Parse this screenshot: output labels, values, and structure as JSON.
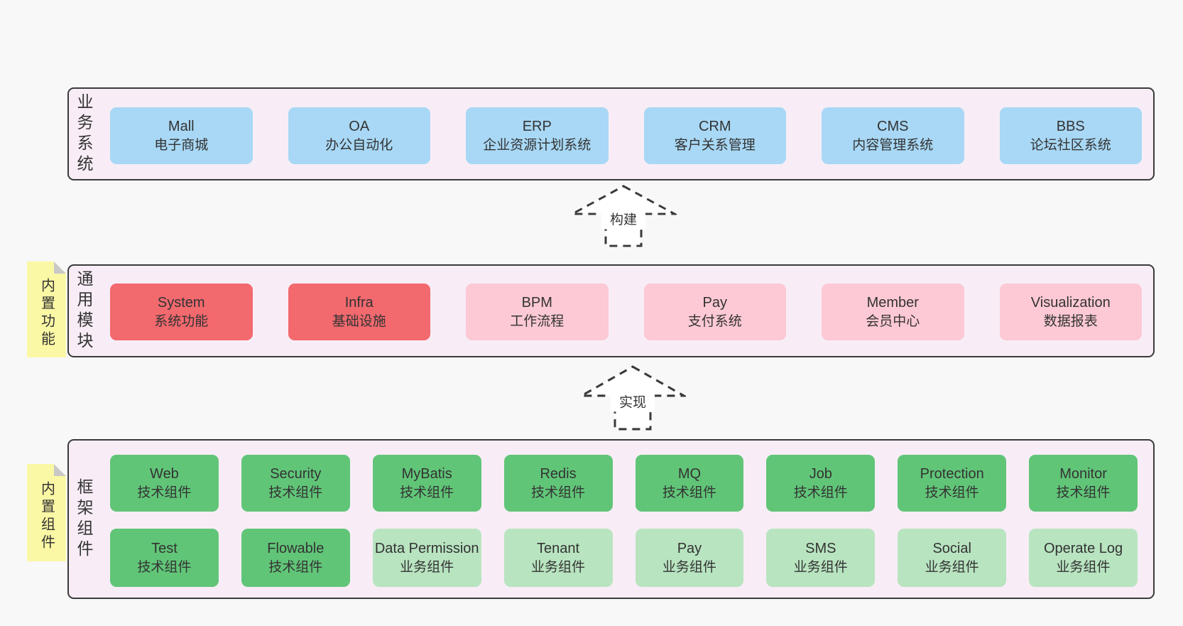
{
  "palette": {
    "page_background": "#f8f8f8",
    "container_fill": "#f8edf6",
    "container_border": "#3a3a3a",
    "system_box_blue": "#a8d8f5",
    "module_box_red": "#f2696e",
    "module_box_pink": "#fcc9d4",
    "component_box_green": "#61c578",
    "component_box_green_light": "#b8e4c0",
    "sticky_note_yellow": "#fbf8a5",
    "sticky_note_fold_gray": "#c8c8c8",
    "text_color": "#333333"
  },
  "arrows": {
    "build": "构建",
    "implement": "实现"
  },
  "layers": {
    "business": {
      "label": "业务系统",
      "items": [
        {
          "name": "Mall",
          "desc": "电子商城"
        },
        {
          "name": "OA",
          "desc": "办公自动化"
        },
        {
          "name": "ERP",
          "desc": "企业资源计划系统"
        },
        {
          "name": "CRM",
          "desc": "客户关系管理"
        },
        {
          "name": "CMS",
          "desc": "内容管理系统"
        },
        {
          "name": "BBS",
          "desc": "论坛社区系统"
        }
      ]
    },
    "modules": {
      "label": "通用模块",
      "note": "内置功能",
      "items": [
        {
          "name": "System",
          "desc": "系统功能"
        },
        {
          "name": "Infra",
          "desc": "基础设施"
        },
        {
          "name": "BPM",
          "desc": "工作流程"
        },
        {
          "name": "Pay",
          "desc": "支付系统"
        },
        {
          "name": "Member",
          "desc": "会员中心"
        },
        {
          "name": "Visualization",
          "desc": "数据报表"
        }
      ]
    },
    "components": {
      "label": "框架组件",
      "note": "内置组件",
      "row1": [
        {
          "name": "Web",
          "desc": "技术组件"
        },
        {
          "name": "Security",
          "desc": "技术组件"
        },
        {
          "name": "MyBatis",
          "desc": "技术组件"
        },
        {
          "name": "Redis",
          "desc": "技术组件"
        },
        {
          "name": "MQ",
          "desc": "技术组件"
        },
        {
          "name": "Job",
          "desc": "技术组件"
        },
        {
          "name": "Protection",
          "desc": "技术组件"
        },
        {
          "name": "Monitor",
          "desc": "技术组件"
        }
      ],
      "row2": [
        {
          "name": "Test",
          "desc": "技术组件"
        },
        {
          "name": "Flowable",
          "desc": "技术组件"
        },
        {
          "name": "Data Permission",
          "desc": "业务组件"
        },
        {
          "name": "Tenant",
          "desc": "业务组件"
        },
        {
          "name": "Pay",
          "desc": "业务组件"
        },
        {
          "name": "SMS",
          "desc": "业务组件"
        },
        {
          "name": "Social",
          "desc": "业务组件"
        },
        {
          "name": "Operate Log",
          "desc": "业务组件"
        }
      ]
    }
  }
}
